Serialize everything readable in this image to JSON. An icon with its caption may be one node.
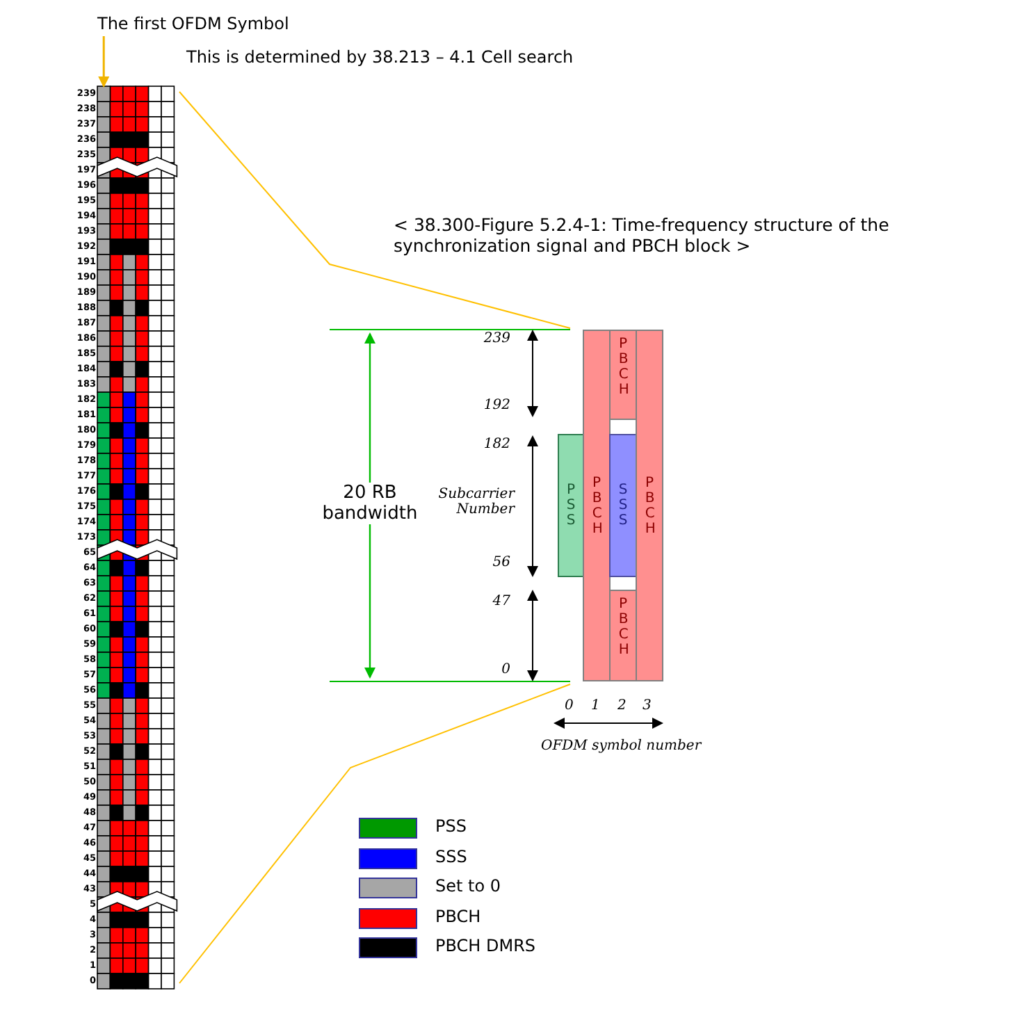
{
  "diagram": {
    "nodes": [
      {
        "text": [
          "The first OFDM Symbol"
        ]
      },
      {
        "text": [
          "PSS"
        ]
      },
      {
        "text": [
          "PBCH"
        ]
      },
      {
        "text": [
          "PBCH"
        ]
      },
      {
        "text": [
          "SSS"
        ]
      },
      {
        "text": [
          "PBCH"
        ]
      },
      {
        "text": [
          "PBCH"
        ]
      },
      {
        "text": [],
        "shape": "box"
      }
    ],
    "edges": [
      {
        "from": 0,
        "to": 7,
        "arrow": "to"
      }
    ],
    "labels": [
      "This is determined by 38.213 – 4.1 Cell search",
      "239",
      "238",
      "237",
      "236",
      "235",
      "197",
      "196",
      "195",
      "194",
      "193",
      "192",
      "191",
      "190",
      "189",
      "188",
      "187",
      "186",
      "185",
      "184",
      "183",
      "182",
      "181",
      "180",
      "179",
      "178",
      "177",
      "176",
      "175",
      "174",
      "173",
      "65",
      "64",
      "63",
      "62",
      "61",
      "60",
      "59",
      "58",
      "57",
      "56",
      "55",
      "54",
      "53",
      "52",
      "51",
      "50",
      "49",
      "48",
      "47",
      "46",
      "45",
      "44",
      "43",
      "5",
      "4",
      "3",
      "2",
      "1",
      "0",
      "< 38.300-Figure 5.2.4-1: Time-frequency structure of the synchronization signal and PBCH block >",
      "20 RB bandwidth",
      "239",
      "192",
      "182",
      "Subcarrier Number",
      "56",
      "47",
      "0",
      "0",
      "1",
      "2",
      "3",
      "OFDM symbol number"
    ],
    "legend": [
      {
        "text": "PSS",
        "color": "#009900"
      },
      {
        "text": "SSS",
        "color": "#0000ff"
      },
      {
        "text": "Set to 0",
        "color": "#a6a6a6"
      },
      {
        "text": "PBCH",
        "color": "#ff0000"
      },
      {
        "text": "PBCH DMRS",
        "color": "#000000"
      }
    ]
  }
}
